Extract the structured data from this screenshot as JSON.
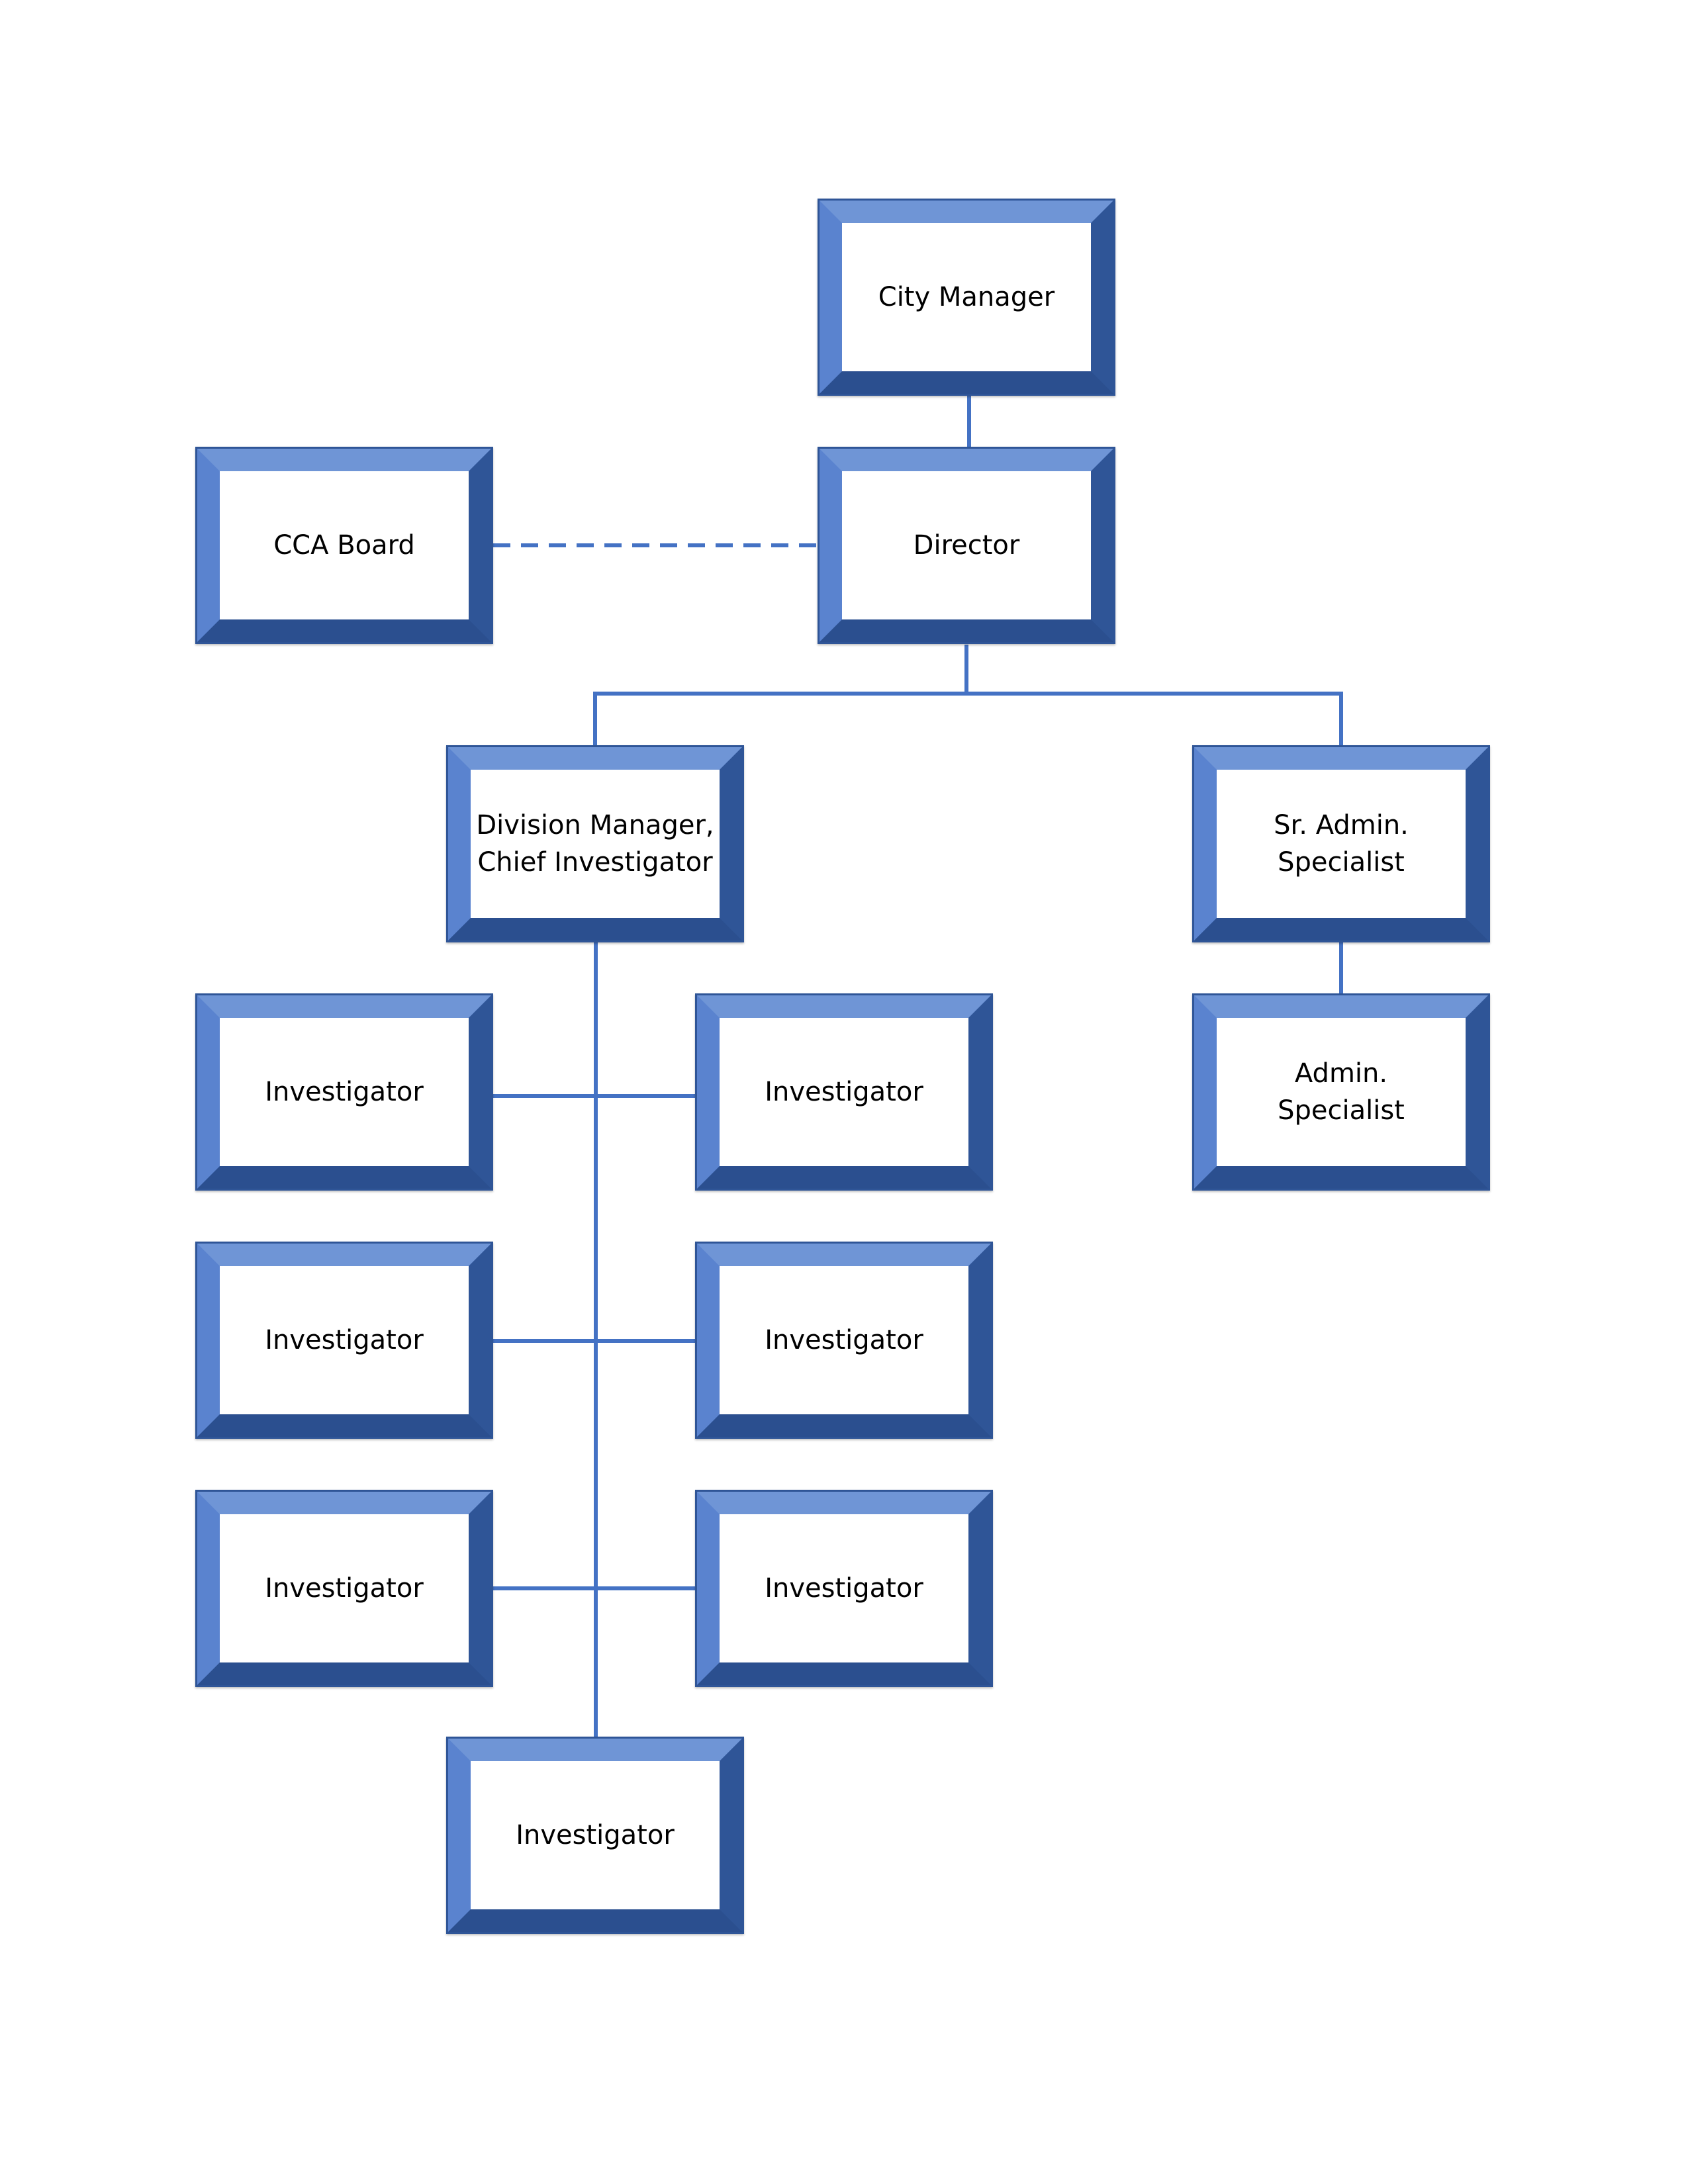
{
  "org_chart": {
    "nodes": {
      "city_manager": {
        "label": "City Manager"
      },
      "cca_board": {
        "label": "CCA Board"
      },
      "director": {
        "label": "Director"
      },
      "division_manager": {
        "label": "Division Manager,\nChief Investigator"
      },
      "sr_admin": {
        "label": "Sr. Admin.\nSpecialist"
      },
      "admin": {
        "label": "Admin.\nSpecialist"
      },
      "investigator_1": {
        "label": "Investigator"
      },
      "investigator_2": {
        "label": "Investigator"
      },
      "investigator_3": {
        "label": "Investigator"
      },
      "investigator_4": {
        "label": "Investigator"
      },
      "investigator_5": {
        "label": "Investigator"
      },
      "investigator_6": {
        "label": "Investigator"
      },
      "investigator_7": {
        "label": "Investigator"
      }
    },
    "colors": {
      "box_fill": "#4472c4",
      "connector": "#4472c4"
    }
  }
}
